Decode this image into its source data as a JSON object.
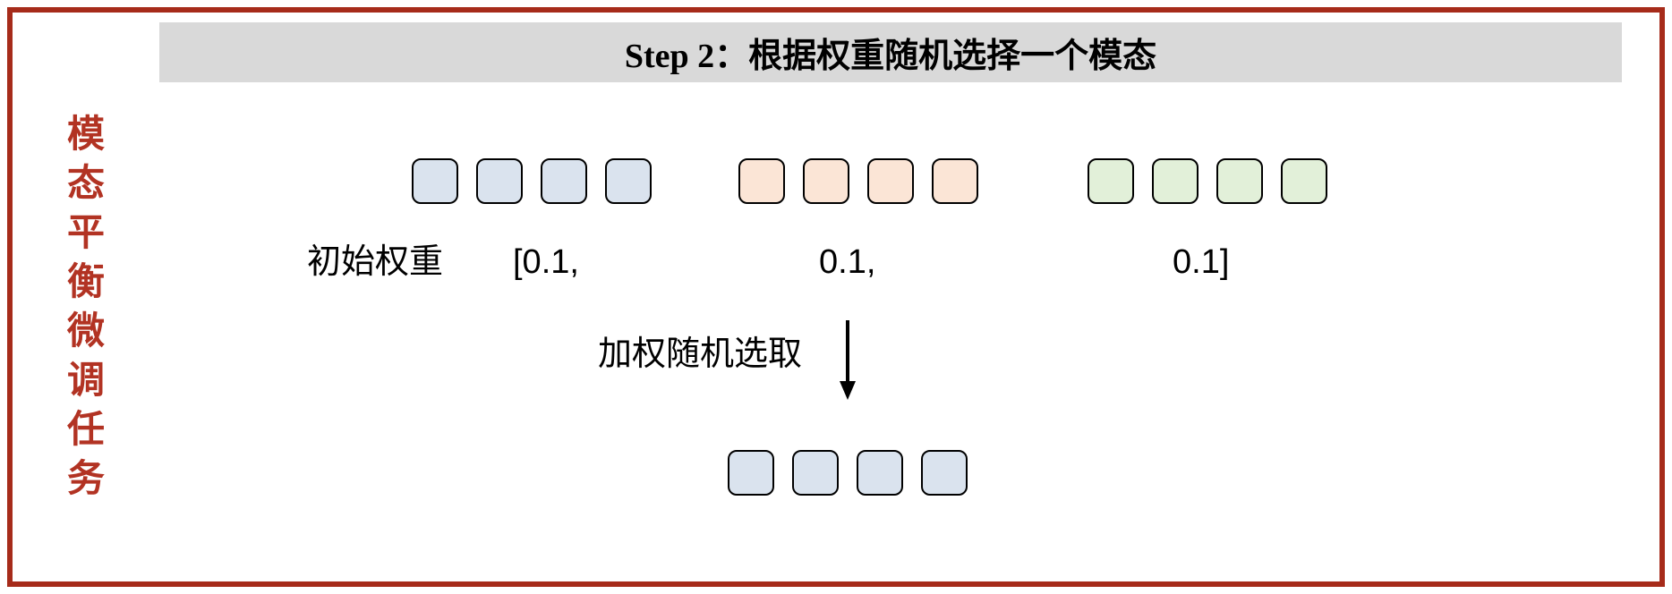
{
  "frame": {
    "border_color": "#A62B1A"
  },
  "header": {
    "title": "Step 2：根据权重随机选择一个模态",
    "background": "#D9D9D9"
  },
  "side_label": {
    "text": "模态平衡微调任务",
    "color": "#B23323"
  },
  "modality_groups": [
    {
      "count": 4,
      "fill": "#DAE3EE"
    },
    {
      "count": 4,
      "fill": "#FBE5D6"
    },
    {
      "count": 4,
      "fill": "#E2F0D9"
    }
  ],
  "weights": {
    "label": "初始权重",
    "value_1": "[0.1,",
    "value_2": "0.1,",
    "value_3": "0.1]"
  },
  "selection": {
    "label": "加权随机选取"
  },
  "selected_group": {
    "count": 4,
    "fill": "#DAE3EE"
  }
}
